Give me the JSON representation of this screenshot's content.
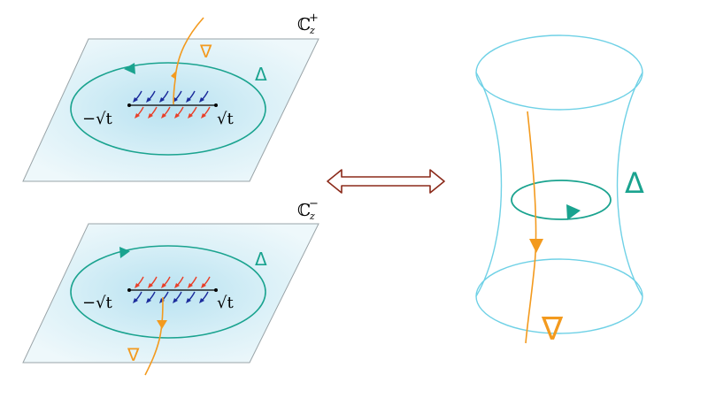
{
  "colors": {
    "teal": "#1aa38f",
    "orange": "#f39a1e",
    "red_arrow": "#e8402a",
    "blue_arrow": "#1c2c9c",
    "cyan": "#6fd1e6",
    "double_arrow": "#8b2a1a",
    "plane_fill": "#cfeaf3"
  },
  "top_panel": {
    "plane_label": "ℂ",
    "plane_sub": "z",
    "plane_sup": "+",
    "delta": "Δ",
    "nabla": "∇",
    "left_point": "−√t",
    "right_point": "√t"
  },
  "bottom_panel": {
    "plane_label": "ℂ",
    "plane_sub": "z",
    "plane_sup": "−",
    "delta": "Δ",
    "nabla": "∇",
    "left_point": "−√t",
    "right_point": "√t"
  },
  "right_panel": {
    "delta": "Δ",
    "nabla": "∇"
  },
  "icons": {
    "equivalence": "double-headed-arrow"
  }
}
